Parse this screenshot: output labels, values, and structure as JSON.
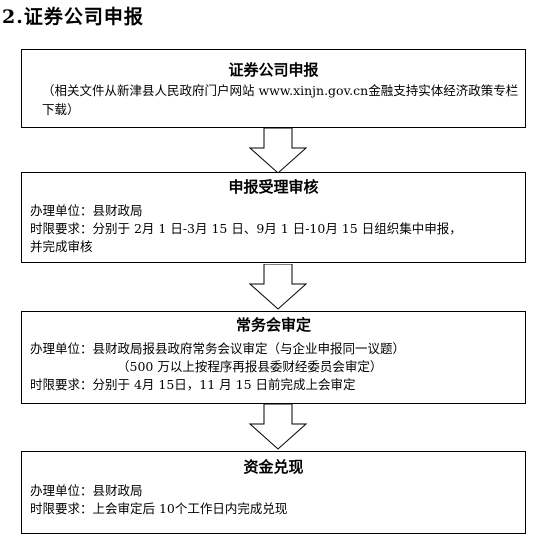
{
  "heading": "2.证券公司申报",
  "steps": [
    {
      "title": "证券公司申报",
      "lines": [
        "（相关文件从新津县人民政府门户网站 www.xinjn.gov.cn金融支持实体经济政策专栏下载）"
      ]
    },
    {
      "title": "申报受理审核",
      "lines": [
        "办理单位：县财政局",
        "时限要求：分别于 2月 1 日-3月 15 日、9月 1 日-10月 15 日组织集中申报，",
        "并完成审核"
      ]
    },
    {
      "title": "常务会审定",
      "lines": [
        "办理单位：县财政局报县政府常务会议审定（与企业申报同一议题）",
        "（500 万以上按程序再报县委财经委员会审定）",
        "时限要求：分别于 4月 15日，11 月 15 日前完成上会审定"
      ]
    },
    {
      "title": "资金兑现",
      "lines": [
        "办理单位：县财政局",
        "时限要求：上会审定后 10个工作日内完成兑现"
      ]
    }
  ]
}
